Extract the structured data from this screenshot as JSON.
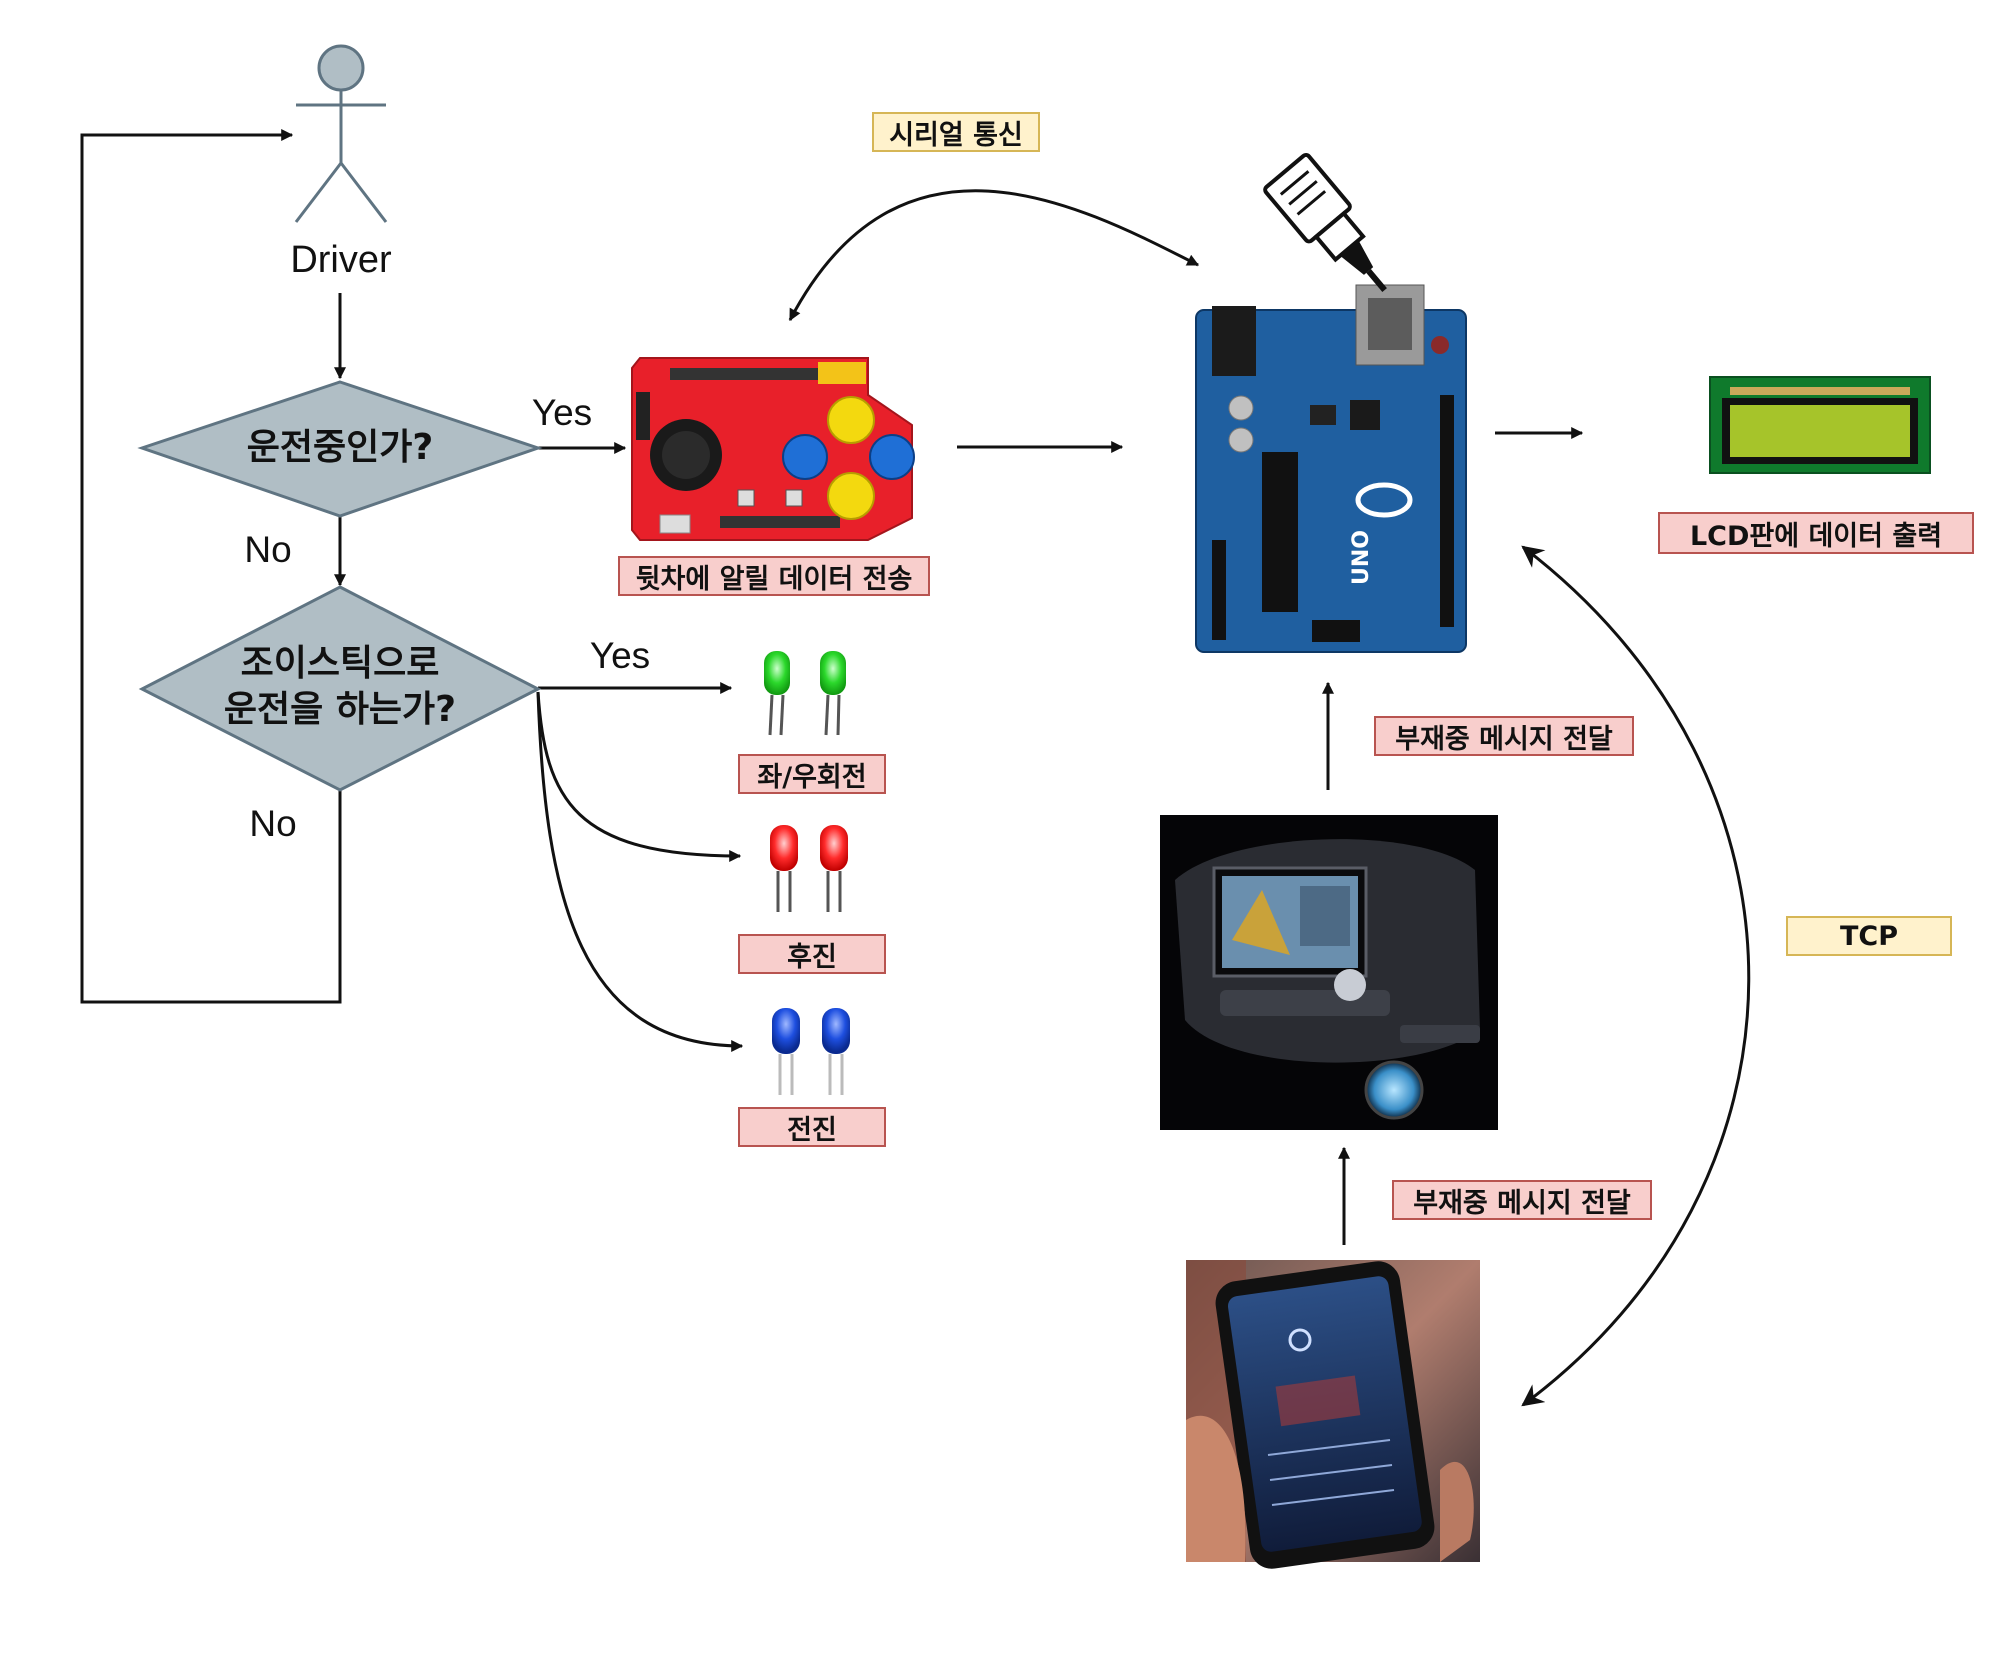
{
  "actor": {
    "label": "Driver"
  },
  "decisions": {
    "driving": "운전중인가?",
    "joystick_line1": "조이스틱으로",
    "joystick_line2": "운전을 하는가?"
  },
  "branches": {
    "yes1": "Yes",
    "no1": "No",
    "yes2": "Yes",
    "no2": "No"
  },
  "labels": {
    "serial": "시리얼 통신",
    "send_rear": "뒷차에 알릴 데이터 전송",
    "turn": "좌/우회전",
    "reverse": "후진",
    "forward": "전진",
    "lcd_output": "LCD판에 데이터 출력",
    "absent_msg_1": "부재중 메시지 전달",
    "absent_msg_2": "부재중 메시지 전달",
    "tcp": "TCP"
  },
  "images": {
    "joystick_shield": "joystick-shield-image",
    "arduino": "arduino-uno-image",
    "usb_plug": "usb-plug-icon",
    "lcd": "lcd-display-image",
    "led_green": "green-led-pair",
    "led_red": "red-led-pair",
    "led_blue": "blue-led-pair",
    "car_display": "car-navigation-display-photo",
    "smartphone": "smartphone-in-hand-photo"
  },
  "colors": {
    "decision_fill": "#b0bec5",
    "decision_stroke": "#5f7482",
    "label_red_fill": "#f8cecc",
    "label_red_border": "#b85450",
    "label_yellow_fill": "#fff2cc",
    "label_yellow_border": "#d6b656",
    "board_red": "#e8202a",
    "arduino_blue": "#1f5fa0",
    "lcd_green": "#a6c42a",
    "led_green": "#2bd82b",
    "led_red": "#ff2b2b",
    "led_blue": "#1e4fe0"
  }
}
